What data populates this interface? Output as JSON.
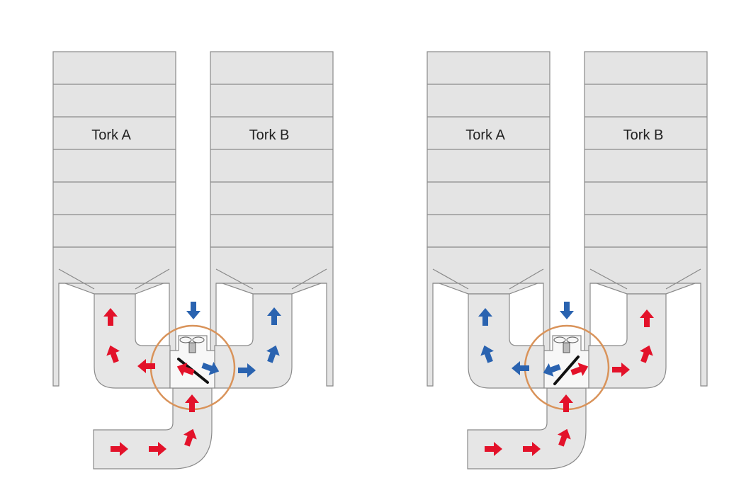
{
  "diagrams": [
    {
      "silo_a_label": "Tork A",
      "silo_b_label": "Tork B",
      "flow_to": "Tork A"
    },
    {
      "silo_a_label": "Tork A",
      "silo_b_label": "Tork B",
      "flow_to": "Tork B"
    }
  ],
  "colors": {
    "hot_air": "#e3122a",
    "cold_air": "#2a63b0",
    "valve_highlight": "#d9935a"
  }
}
